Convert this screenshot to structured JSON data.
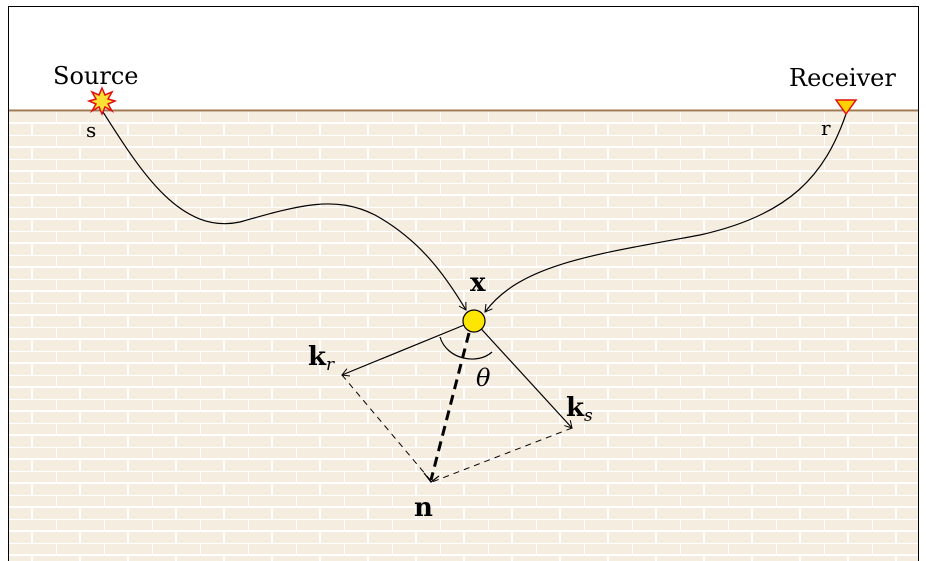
{
  "labels": {
    "source": "Source",
    "receiver": "Receiver",
    "s": "s",
    "r": "r",
    "x": "x",
    "kr_main": "k",
    "kr_sub": "r",
    "ks_main": "k",
    "ks_sub": "s",
    "theta": "θ",
    "n": "n"
  },
  "colors": {
    "ground": "#f5ede0",
    "brick_line": "#ffffff",
    "surface": "#a07850",
    "source_fill": "#ffe135",
    "source_stroke": "#e01010",
    "receiver_fill": "#ffd000",
    "receiver_stroke": "#e01010",
    "point_fill": "#ffe600",
    "ray": "#000000"
  }
}
